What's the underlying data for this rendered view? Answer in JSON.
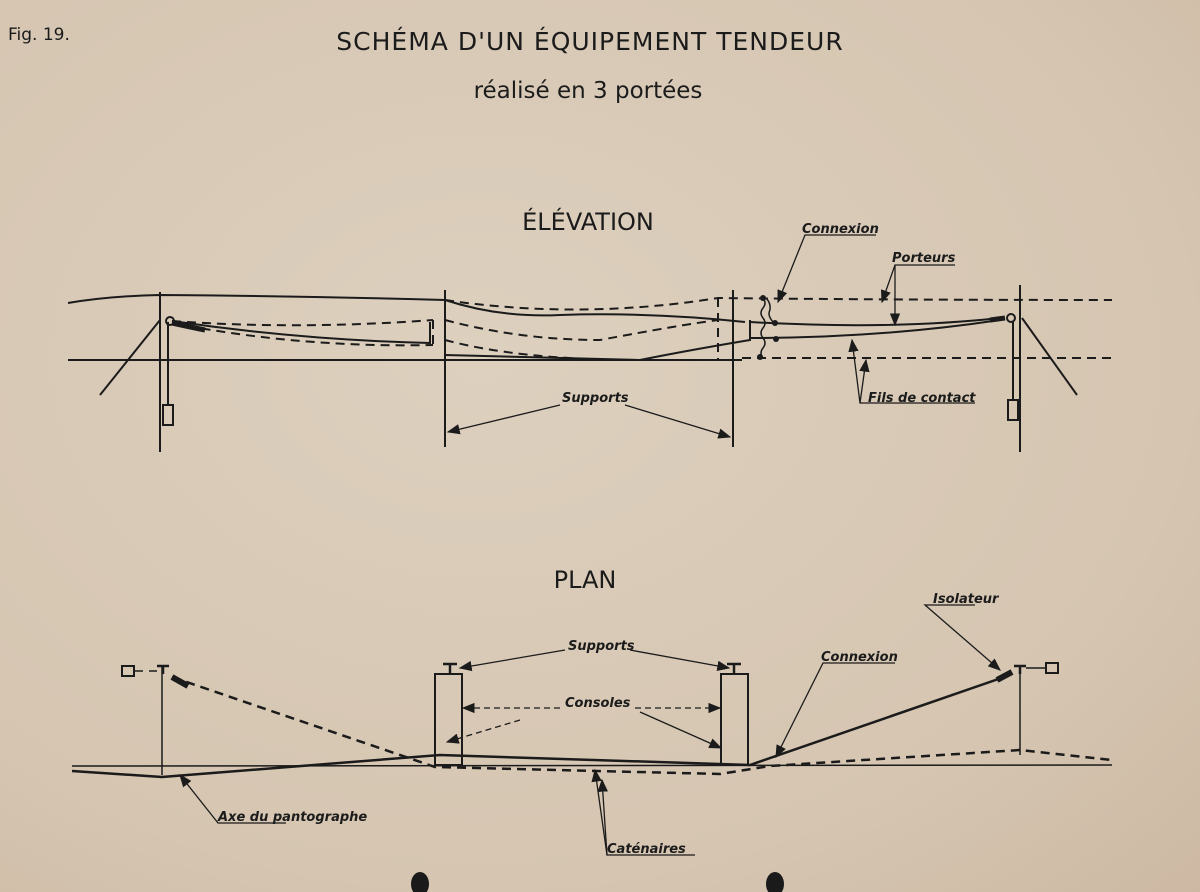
{
  "figure_number": "Fig. 19.",
  "title": "SCHÉMA D'UN ÉQUIPEMENT TENDEUR",
  "subtitle": "réalisé en 3 portées",
  "elevation": {
    "heading": "ÉLÉVATION",
    "labels": {
      "connexion": "Connexion",
      "porteurs": "Porteurs",
      "supports": "Supports",
      "fils_de_contact": "Fils de contact"
    }
  },
  "plan": {
    "heading": "PLAN",
    "labels": {
      "supports": "Supports",
      "consoles": "Consoles",
      "connexion": "Connexion",
      "isolateur": "Isolateur",
      "axe_du_pantographe": "Axe du pantographe",
      "catenaires": "Caténaires"
    }
  },
  "colors": {
    "paper": "#d8c9b6",
    "ink": "#1b1b1b"
  }
}
